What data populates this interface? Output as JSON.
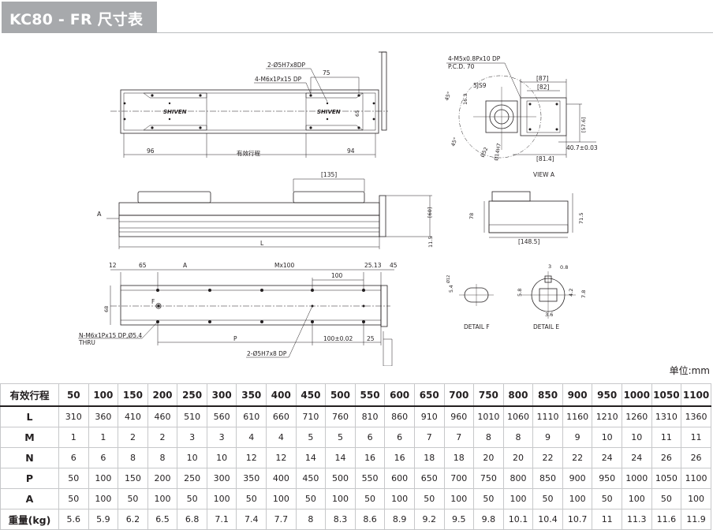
{
  "title": "KC80 - FR 尺寸表",
  "unit_label": "单位:mm",
  "drawing": {
    "top_view": {
      "hole_note": "2-Ø5H7x8DP",
      "tap_note": "4-M6x1Px15 DP",
      "dim_75": "75",
      "dim_96": "96",
      "dim_94": "94",
      "stroke_label": "有效行程",
      "dim_65": "65",
      "brand": "SHIVEN"
    },
    "side_view": {
      "dim_135": "[135]",
      "dim_60": "[60]",
      "dim_L": "L",
      "dim_11_5": "11.5",
      "mark_A": "A"
    },
    "bottom_view": {
      "dim_12": "12",
      "dim_65": "65",
      "dim_A": "A",
      "dim_Mx100": "Mx100",
      "dim_25_13": "25.13",
      "dim_45": "45",
      "dim_100": "100",
      "dim_68": "68",
      "mark_F": "F",
      "hole_note": "N-M6x1Px15 DP,Ø5.4",
      "hole_note_2": "THRU",
      "dim_P": "P",
      "dim_100_tol": "100±0.02",
      "dim_25": "25",
      "pin_note": "2-Ø5H7x8 DP"
    },
    "view_a": {
      "tap_note": "4-M5x0.8Px10 DP",
      "pcd_note": "P.C.D. 70",
      "dim_5js9": "5JS9",
      "dim_16_3": "16.3",
      "angle_45a": "45°",
      "angle_45b": "45°",
      "dim_14h7": "Ø14H7",
      "dim_52": "Ø52",
      "dim_87": "[87]",
      "dim_82": "[82]",
      "dim_57_6": "[57.6]",
      "dim_40_7": "40.7±0.03",
      "dim_81_4": "[81.4]",
      "caption": "VIEW A"
    },
    "end_view": {
      "dim_78": "78",
      "dim_71_5": "71.5",
      "dim_148_5": "[148.5]"
    },
    "detail_f": {
      "dim_5_4": "5.4",
      "dim_phi": "Ø12",
      "caption": "DETAIL F"
    },
    "detail_e": {
      "dim_3": "3",
      "dim_0_8": "0.8",
      "dim_5_8": "5.8",
      "dim_4_2": "4.2",
      "dim_7_8": "7.8",
      "dim_3_6": "3.6",
      "caption": "DETAIL E"
    }
  },
  "table": {
    "stroke_header": "有效行程",
    "strokes": [
      "50",
      "100",
      "150",
      "200",
      "250",
      "300",
      "350",
      "400",
      "450",
      "500",
      "550",
      "600",
      "650",
      "700",
      "750",
      "800",
      "850",
      "900",
      "950",
      "1000",
      "1050",
      "1100"
    ],
    "rows": [
      {
        "label": "L",
        "values": [
          "310",
          "360",
          "410",
          "460",
          "510",
          "560",
          "610",
          "660",
          "710",
          "760",
          "810",
          "860",
          "910",
          "960",
          "1010",
          "1060",
          "1110",
          "1160",
          "1210",
          "1260",
          "1310",
          "1360"
        ]
      },
      {
        "label": "M",
        "values": [
          "1",
          "1",
          "2",
          "2",
          "3",
          "3",
          "4",
          "4",
          "5",
          "5",
          "6",
          "6",
          "7",
          "7",
          "8",
          "8",
          "9",
          "9",
          "10",
          "10",
          "11",
          "11"
        ]
      },
      {
        "label": "N",
        "values": [
          "6",
          "6",
          "8",
          "8",
          "10",
          "10",
          "12",
          "12",
          "14",
          "14",
          "16",
          "16",
          "18",
          "18",
          "20",
          "20",
          "22",
          "22",
          "24",
          "24",
          "26",
          "26"
        ]
      },
      {
        "label": "P",
        "values": [
          "50",
          "100",
          "150",
          "200",
          "250",
          "300",
          "350",
          "400",
          "450",
          "500",
          "550",
          "600",
          "650",
          "700",
          "750",
          "800",
          "850",
          "900",
          "950",
          "1000",
          "1050",
          "1100"
        ]
      },
      {
        "label": "A",
        "values": [
          "50",
          "100",
          "50",
          "100",
          "50",
          "100",
          "50",
          "100",
          "50",
          "100",
          "50",
          "100",
          "50",
          "100",
          "50",
          "100",
          "50",
          "100",
          "50",
          "100",
          "50",
          "100"
        ]
      },
      {
        "label": "重量(kg)",
        "values": [
          "5.6",
          "5.9",
          "6.2",
          "6.5",
          "6.8",
          "7.1",
          "7.4",
          "7.7",
          "8",
          "8.3",
          "8.6",
          "8.9",
          "9.2",
          "9.5",
          "9.8",
          "10.1",
          "10.4",
          "10.7",
          "11",
          "11.3",
          "11.6",
          "11.9"
        ]
      }
    ]
  }
}
